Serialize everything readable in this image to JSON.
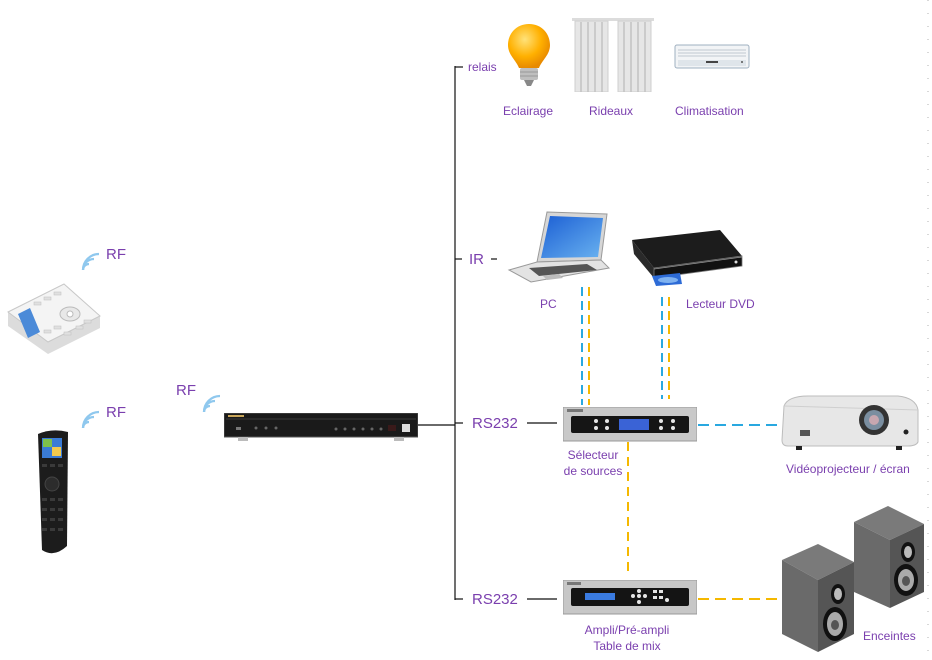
{
  "diagram": {
    "controllers": {
      "remote_tabletop": {
        "label": "RF",
        "icon": "tabletop-remote-icon"
      },
      "remote_handheld": {
        "label": "RF",
        "icon": "handheld-remote-icon"
      },
      "central_unit": {
        "label": "RF",
        "icon": "control-processor-icon"
      }
    },
    "branches": [
      {
        "protocol": "relais",
        "devices": [
          "Eclairage",
          "Rideaux",
          "Climatisation"
        ]
      },
      {
        "protocol": "IR",
        "devices": [
          "PC",
          "Lecteur DVD"
        ]
      },
      {
        "protocol": "RS232",
        "devices": [
          "Sélecteur de sources"
        ]
      },
      {
        "protocol": "RS232",
        "devices": [
          "Ampli/Pré-ampli Table de mix"
        ]
      }
    ],
    "devices": {
      "eclairage": "Eclairage",
      "rideaux": "Rideaux",
      "climatisation": "Climatisation",
      "pc": "PC",
      "dvd": "Lecteur DVD",
      "selecteur_line1": "Sélecteur",
      "selecteur_line2": "de sources",
      "projecteur": "Vidéoprojecteur / écran",
      "ampli_line1": "Ampli/Pré-ampli",
      "ampli_line2": "Table de mix",
      "enceintes": "Enceintes"
    },
    "protocols": {
      "relais": "relais",
      "ir": "IR",
      "rs232_a": "RS232",
      "rs232_b": "RS232"
    },
    "colors": {
      "label": "#7a3fae",
      "trunk": "#707070",
      "video_link": "#29a8e0",
      "audio_link": "#f5b800",
      "rf_waves": "#8fc8ee"
    }
  }
}
